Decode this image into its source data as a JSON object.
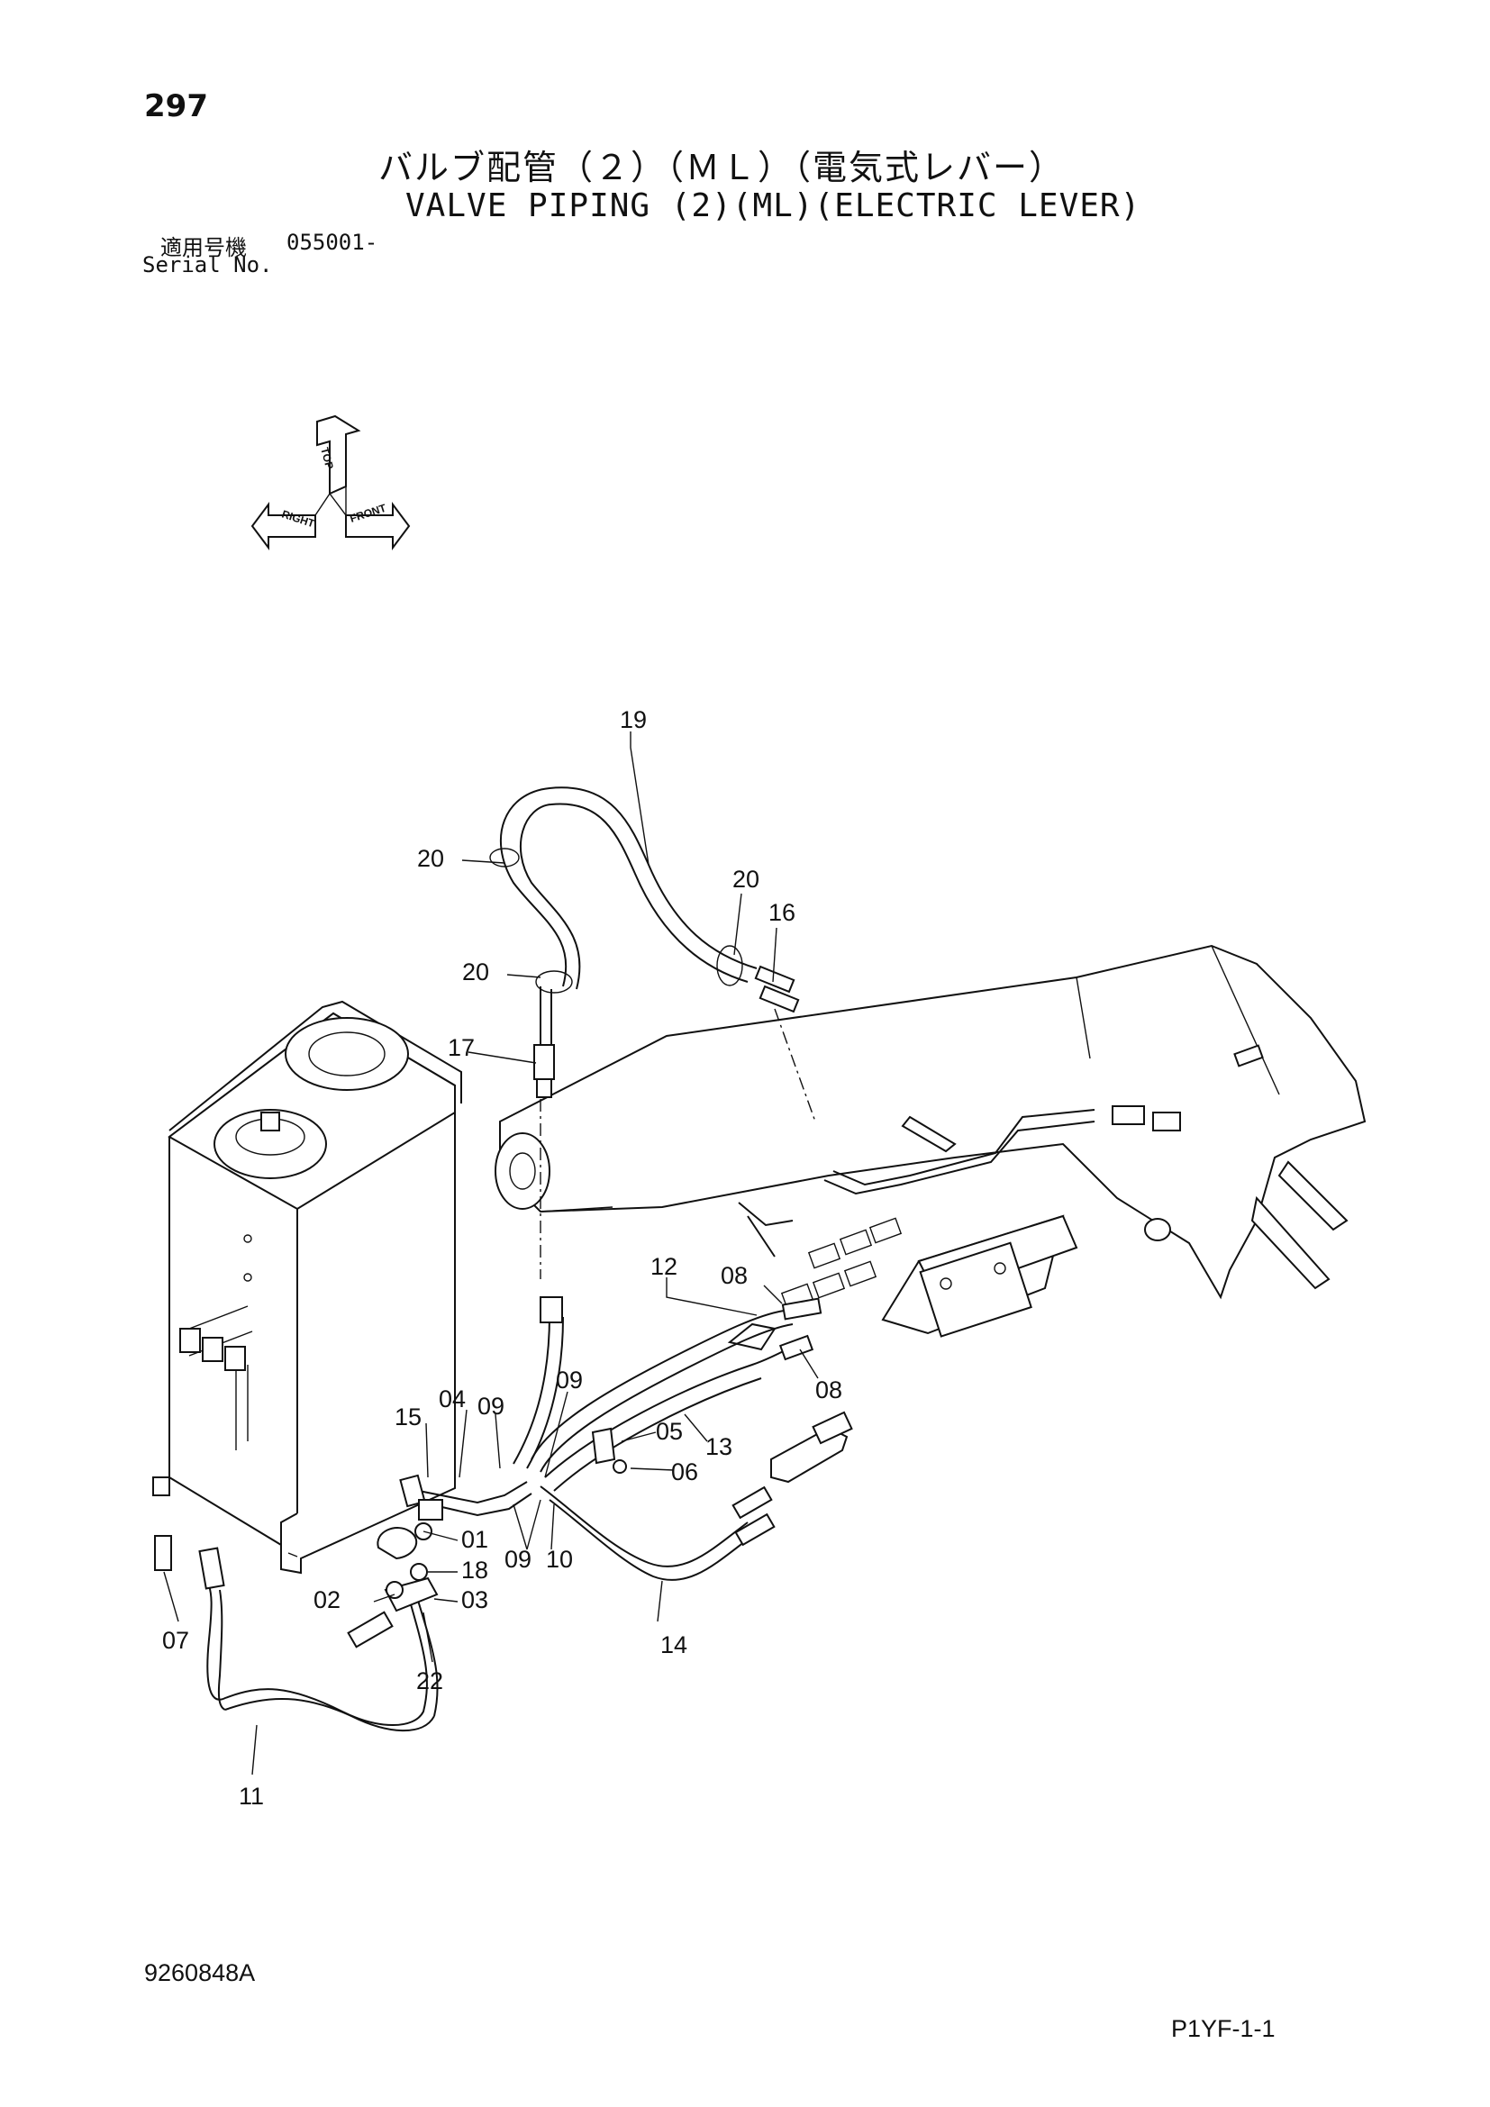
{
  "page": {
    "number": "297",
    "title_jp": "バルブ配管（２）（ＭＬ）（電気式レバー）",
    "title_en": "VALVE PIPING (2)(ML)(ELECTRIC LEVER)",
    "serial_label_jp": "適用号機",
    "serial_value": "055001-",
    "serial_label_en": "Serial No.",
    "drawing_code": "9260848A",
    "page_ref": "P1YF-1-1"
  },
  "orientation": {
    "top": "TOP",
    "right": "RIGHT",
    "front": "FRONT"
  },
  "callouts": {
    "c19": "19",
    "c20a": "20",
    "c20b": "20",
    "c20c": "20",
    "c16": "16",
    "c17": "17",
    "c12": "12",
    "c08a": "08",
    "c08b": "08",
    "c13": "13",
    "c15": "15",
    "c04": "04",
    "c09a": "09",
    "c09b": "09",
    "c09c": "09",
    "c10": "10",
    "c05": "05",
    "c06": "06",
    "c01": "01",
    "c18": "18",
    "c02": "02",
    "c03": "03",
    "c07": "07",
    "c22": "22",
    "c14": "14",
    "c11": "11"
  }
}
